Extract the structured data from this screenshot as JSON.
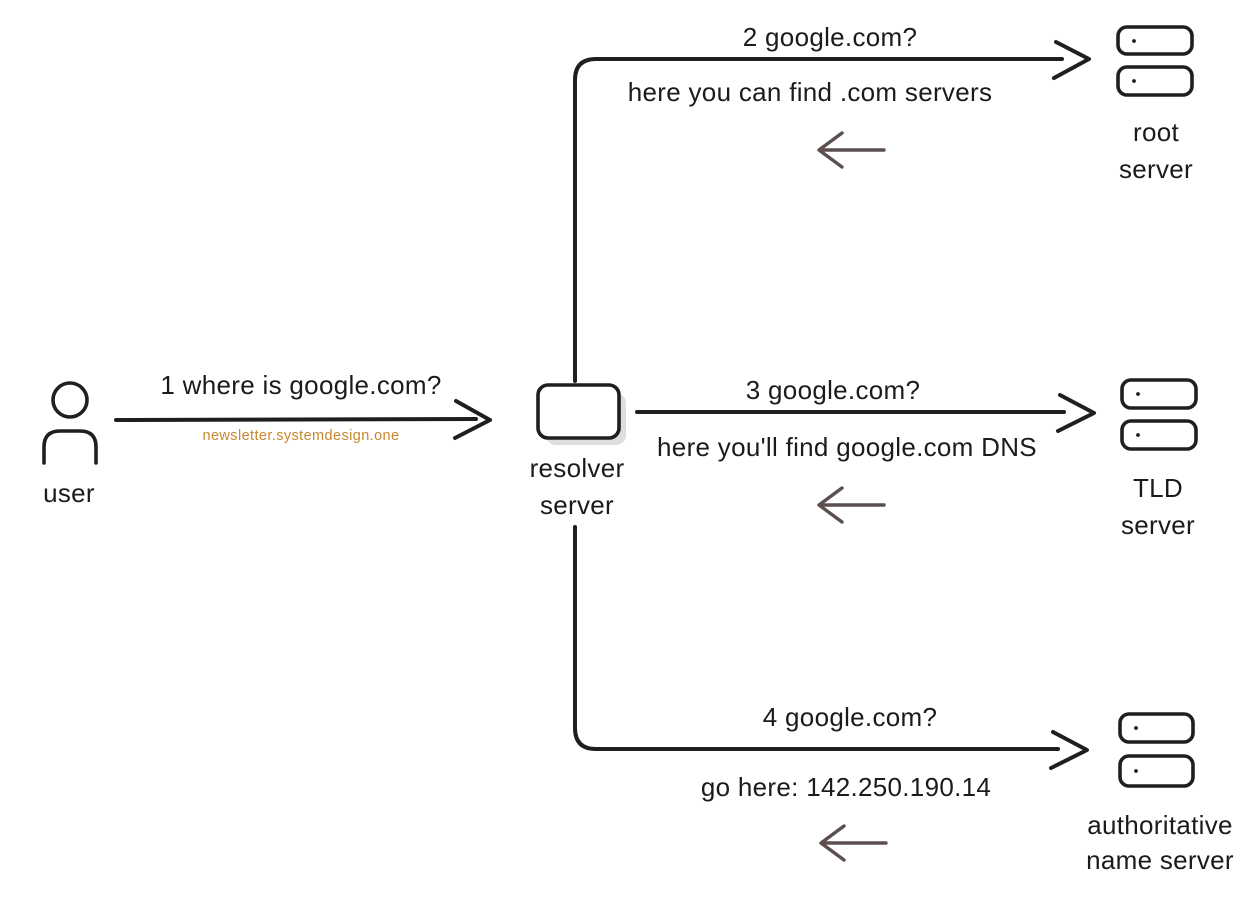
{
  "diagram_type": "dns-resolution-flow",
  "colors": {
    "stroke": "#1f1f1f",
    "return_arrow": "#5c4f4f",
    "watermark_accent": "#c9872d",
    "box_shadow": "#dedede",
    "background": "#ffffff"
  },
  "nodes": {
    "user": {
      "label": "user"
    },
    "resolver": {
      "line1": "resolver",
      "line2": "server"
    },
    "root": {
      "line1": "root",
      "line2": "server"
    },
    "tld": {
      "line1": "TLD",
      "line2": "server"
    },
    "authoritative": {
      "line1": "authoritative",
      "line2": "name server"
    }
  },
  "steps": {
    "step1": {
      "query": "1 where is google.com?"
    },
    "step2": {
      "query": "2 google.com?",
      "response": "here you can find .com servers"
    },
    "step3": {
      "query": "3 google.com?",
      "response": "here you'll find google.com DNS"
    },
    "step4": {
      "query": "4 google.com?",
      "response": "go here: 142.250.190.14"
    }
  },
  "watermark": {
    "text": "newsletter.systemdesign.one"
  }
}
